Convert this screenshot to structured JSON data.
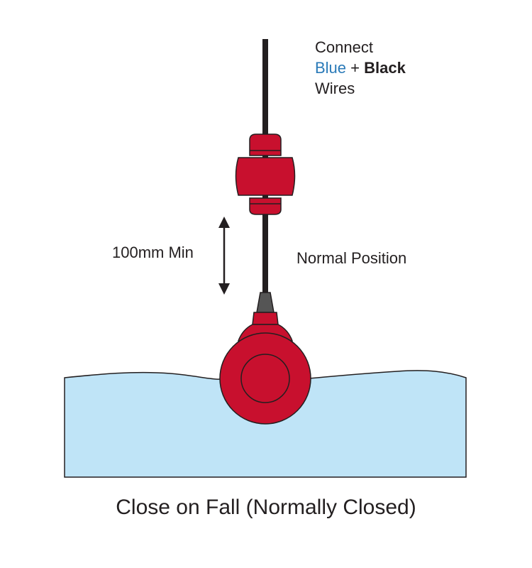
{
  "wire_note": {
    "line1": "Connect",
    "blue_word": "Blue",
    "plus": " + ",
    "black_word": "Black",
    "line3": "Wires"
  },
  "distance_label": "100mm Min",
  "position_label": "Normal Position",
  "caption": "Close on Fall (Normally Closed)",
  "colors": {
    "float_red": "#c8102e",
    "float_outline": "#231f20",
    "water": "#bfe4f7",
    "cable": "#231f20",
    "cable_sleeve": "#555555",
    "blue_word": "#2a7ab8"
  }
}
